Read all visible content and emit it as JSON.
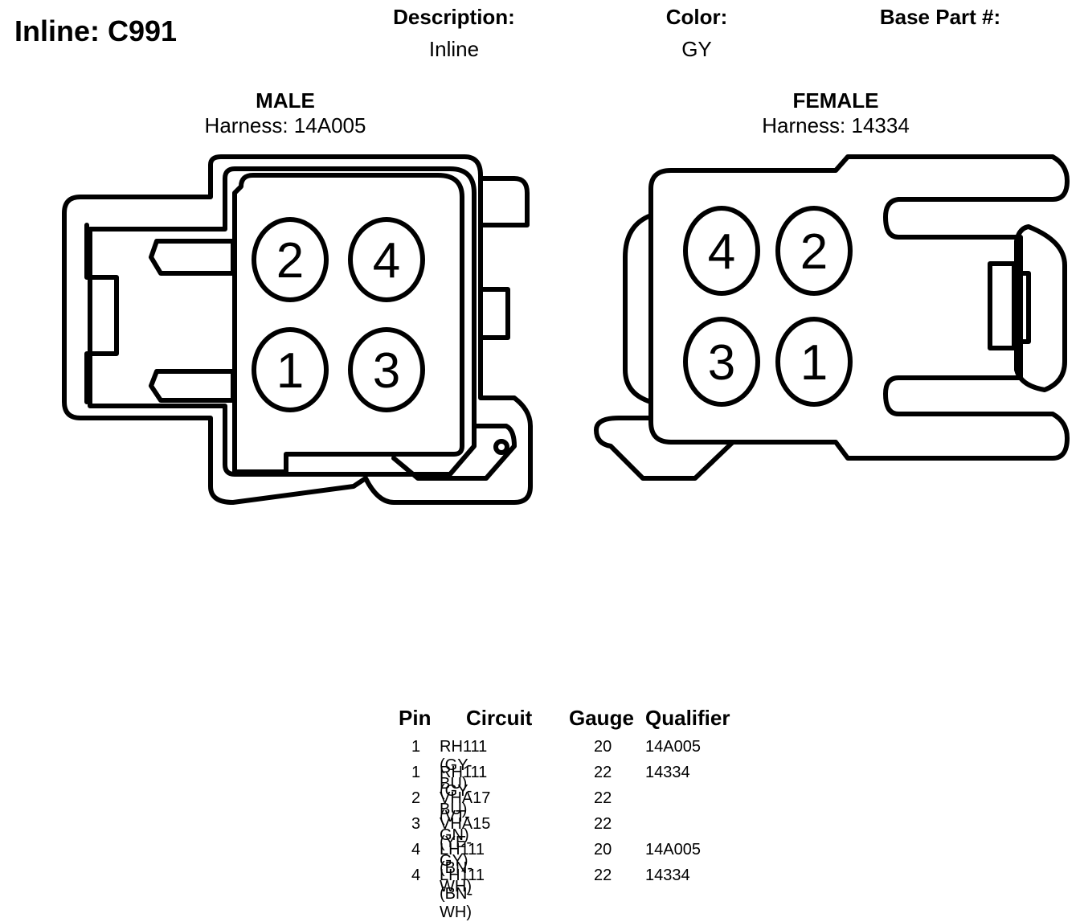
{
  "header": {
    "title": "Inline: C991",
    "description_label": "Description:",
    "description_value": "Inline",
    "color_label": "Color:",
    "color_value": "GY",
    "base_part_label": "Base Part #:",
    "base_part_value": ""
  },
  "male": {
    "title": "MALE",
    "harness": "Harness: 14A005",
    "pins": [
      "2",
      "4",
      "1",
      "3"
    ]
  },
  "female": {
    "title": "FEMALE",
    "harness": "Harness: 14334",
    "pins": [
      "4",
      "2",
      "3",
      "1"
    ]
  },
  "table": {
    "headers": [
      "Pin",
      "Circuit",
      "Gauge",
      "Qualifier"
    ],
    "rows": [
      [
        "1",
        "RH111 (GY-BU)",
        "20",
        "14A005"
      ],
      [
        "1",
        "RH111 (GY-BU)",
        "22",
        "14334"
      ],
      [
        "2",
        "VHA17 (VT-GN)",
        "22",
        ""
      ],
      [
        "3",
        "VHA15 (YE-GY)",
        "22",
        ""
      ],
      [
        "4",
        "LH111 (BN-WH)",
        "20",
        "14A005"
      ],
      [
        "4",
        "LH111 (BN-WH)",
        "22",
        "14334"
      ]
    ]
  }
}
